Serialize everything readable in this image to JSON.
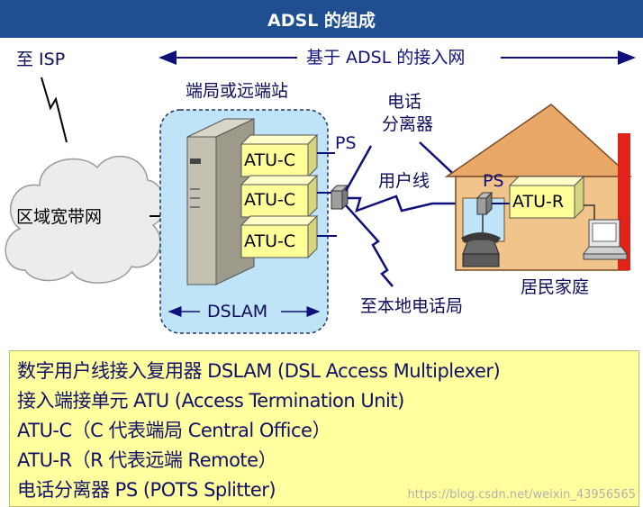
{
  "title": "ADSL 的组成",
  "top_left_label": "至 ISP",
  "top_arrow_label": "基于 ADSL 的接入网",
  "cloud_label": "区域宽带网",
  "station_label": "端局或远端站",
  "atu_c_labels": [
    "ATU-C",
    "ATU-C",
    "ATU-C"
  ],
  "ps_label_left": "PS",
  "dslam_label": "DSLAM",
  "splitter_label": "电话\n分离器",
  "splitter_line1": "电话",
  "splitter_line2": "分离器",
  "user_line_label": "用户线",
  "local_office_label": "至本地电话局",
  "ps_label_right": "PS",
  "atu_r_label": "ATU-R",
  "home_label": "居民家庭",
  "notes": [
    "数字用户线接入复用器 DSLAM (DSL Access Multiplexer)",
    "接入端接单元 ATU (Access Termination Unit)",
    "ATU-C（C 代表端局 Central Office）",
    "ATU-R（R 代表远端 Remote）",
    "电话分离器 PS (POTS Splitter)"
  ],
  "watermark": "https://blog.csdn.net/weixin_43956565",
  "colors": {
    "title_bg": "#1f4f91",
    "atu_fill": "#ffff99",
    "notes_bg": "#ffff9e",
    "station_bg": "#bfe3f7",
    "house_wall": "#f0c48a",
    "roof": "#e9a867"
  }
}
